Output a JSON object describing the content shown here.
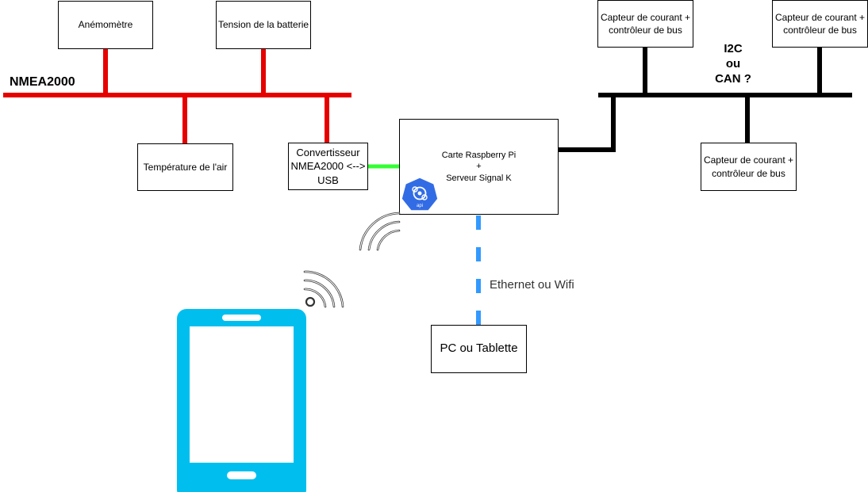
{
  "nodes": {
    "anemometre": "Anémomètre",
    "tension": "Tension de la batterie",
    "temperature": "Température de l'air",
    "convertisseur": "Convertisseur\nNMEA2000 <-->\nUSB",
    "raspberry": "Carte Raspberry Pi\n+\nServeur Signal K",
    "capteur_1": "Capteur de courant +\ncontrôleur de bus",
    "capteur_2": "Capteur de courant +\ncontrôleur de bus",
    "capteur_3": "Capteur de courant +\ncontrôleur de bus",
    "pc": "PC ou Tablette"
  },
  "labels": {
    "nmea_bus": "NMEA2000",
    "i2c_bus": "I2C\nou\nCAN ?",
    "ethernet": "Ethernet ou Wifi",
    "api_badge": "api"
  },
  "colors": {
    "nmea_bus": "#e60000",
    "i2c_bus": "#000000",
    "usb_link": "#33ff33",
    "ethernet_link": "#3399ff",
    "phone": "#00bfef",
    "api_badge": "#326ce5"
  },
  "icons": [
    "api-service-icon",
    "wireless-signal-icon",
    "smartphone-icon"
  ]
}
